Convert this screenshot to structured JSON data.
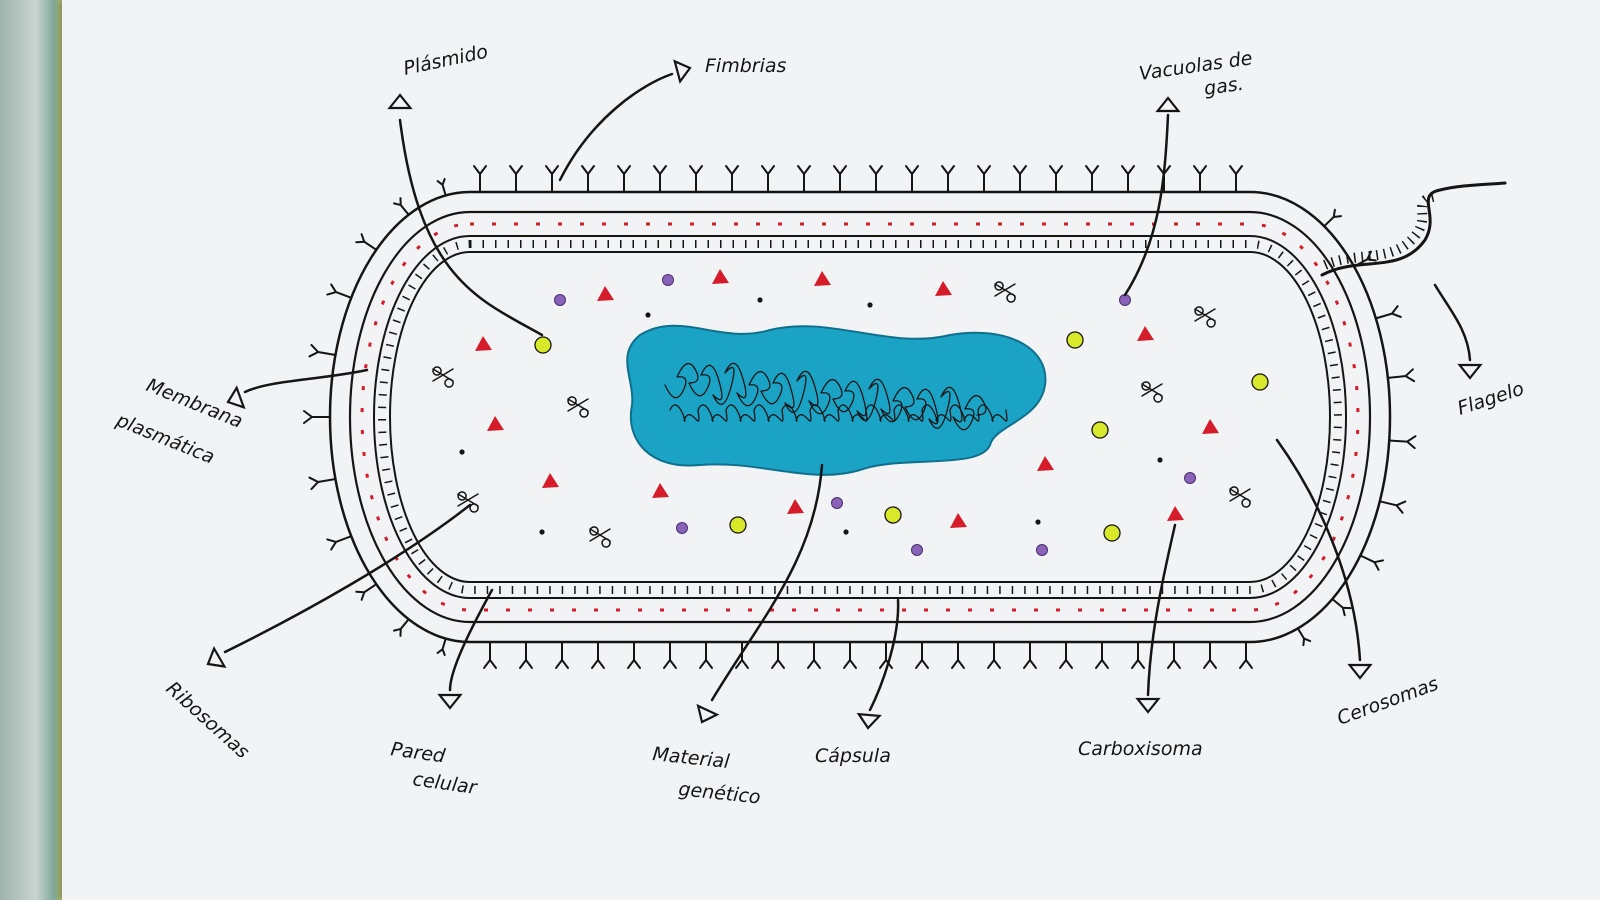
{
  "colors": {
    "ink": "#151515",
    "nucleoid": "#1ba3c6",
    "ribosome_red": "#d41c2a",
    "dot_purple": "#8a62b8",
    "dot_yellow": "#d8e82a",
    "paper": "#f2f3f5"
  },
  "labels": {
    "plasmido": "Plásmido",
    "fimbrias": "Fimbrias",
    "vacuolas_line1": "Vacuolas de",
    "vacuolas_line2": "gas.",
    "membrana_line1": "Membrana",
    "membrana_line2": "plasmática",
    "flagelo": "Flagelo",
    "ribosomas": "Ribosomas",
    "pared_line1": "Pared",
    "pared_line2": "celular",
    "material_line1": "Material",
    "material_line2": "genético",
    "capsula": "Cápsula",
    "carboxisoma": "Carboxisoma",
    "cerosomas": "Cerosomas"
  }
}
